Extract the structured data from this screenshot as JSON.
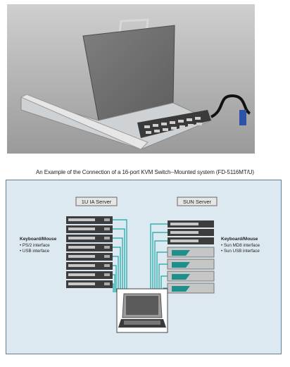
{
  "caption": "An Example of the Connection of a 16-port KVM Switch--Mounted system (FD-5116MT/U)",
  "left_group": {
    "title": "1U IA Server",
    "heading": "Keyboard/Mouse",
    "items": [
      "• PS/2 interface",
      "• USB interface"
    ]
  },
  "right_group": {
    "title": "SUN Server",
    "heading": "Keyboard/Mouse",
    "items": [
      "• Sun MD8 interface",
      "• Sun USB interface"
    ]
  },
  "colors": {
    "panel_bg": "#dde9f1",
    "panel_border": "#5d7f99",
    "cable": "#19a6a3",
    "server_dark": "#3d3d3d",
    "title_box": "#e6e6e6"
  }
}
